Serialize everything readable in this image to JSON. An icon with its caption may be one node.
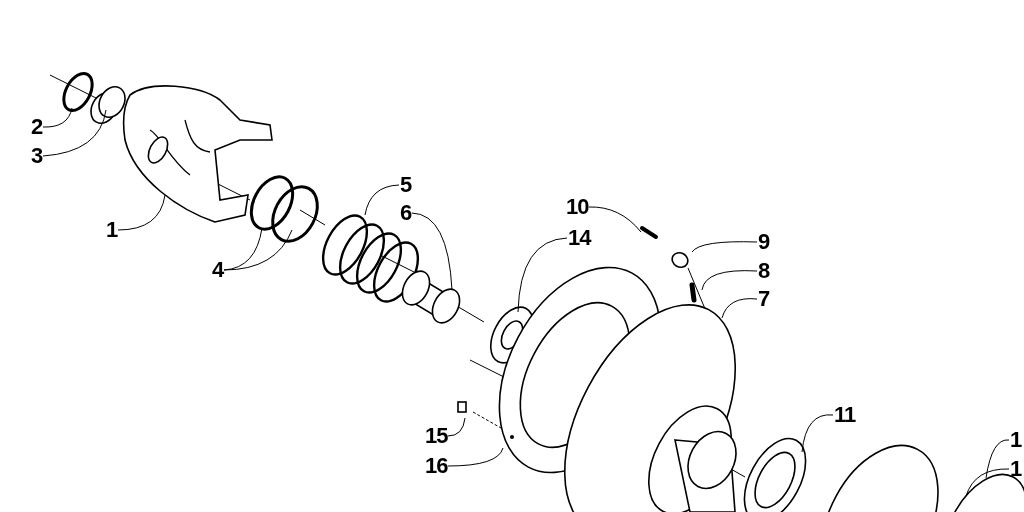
{
  "diagram": {
    "nodes": [
      {
        "text": [
          "2"
        ]
      },
      {
        "text": [
          "3"
        ]
      },
      {
        "text": [
          "1"
        ]
      },
      {
        "text": [
          "4"
        ]
      },
      {
        "text": [
          "5"
        ]
      },
      {
        "text": [
          "6"
        ]
      },
      {
        "text": [
          "10"
        ]
      },
      {
        "text": [
          "14"
        ]
      },
      {
        "text": [
          "9"
        ]
      },
      {
        "text": [
          "8"
        ]
      },
      {
        "text": [
          "7"
        ]
      },
      {
        "text": [
          "15"
        ]
      },
      {
        "text": [
          "16"
        ]
      },
      {
        "text": [
          "11"
        ]
      },
      {
        "text": [
          "1"
        ]
      },
      {
        "text": [
          "1"
        ]
      }
    ],
    "edges": [
      {
        "from": 0,
        "to": null,
        "arrow": "none"
      },
      {
        "from": 1,
        "to": null,
        "arrow": "none"
      },
      {
        "from": 2,
        "to": null,
        "arrow": "none"
      },
      {
        "from": 3,
        "to": null,
        "arrow": "none"
      },
      {
        "from": 3,
        "to": null,
        "arrow": "none"
      },
      {
        "from": 4,
        "to": null,
        "arrow": "none"
      },
      {
        "from": 5,
        "to": null,
        "arrow": "none"
      },
      {
        "from": 6,
        "to": null,
        "arrow": "none"
      },
      {
        "from": 7,
        "to": null,
        "arrow": "none"
      },
      {
        "from": 8,
        "to": null,
        "arrow": "none"
      },
      {
        "from": 9,
        "to": null,
        "arrow": "none"
      },
      {
        "from": 10,
        "to": null,
        "arrow": "none"
      },
      {
        "from": 11,
        "to": null,
        "arrow": "none"
      },
      {
        "from": 12,
        "to": null,
        "arrow": "none"
      },
      {
        "from": 13,
        "to": null,
        "arrow": "none"
      },
      {
        "from": 14,
        "to": null,
        "arrow": "none"
      },
      {
        "from": 15,
        "to": null,
        "arrow": "none"
      }
    ]
  }
}
